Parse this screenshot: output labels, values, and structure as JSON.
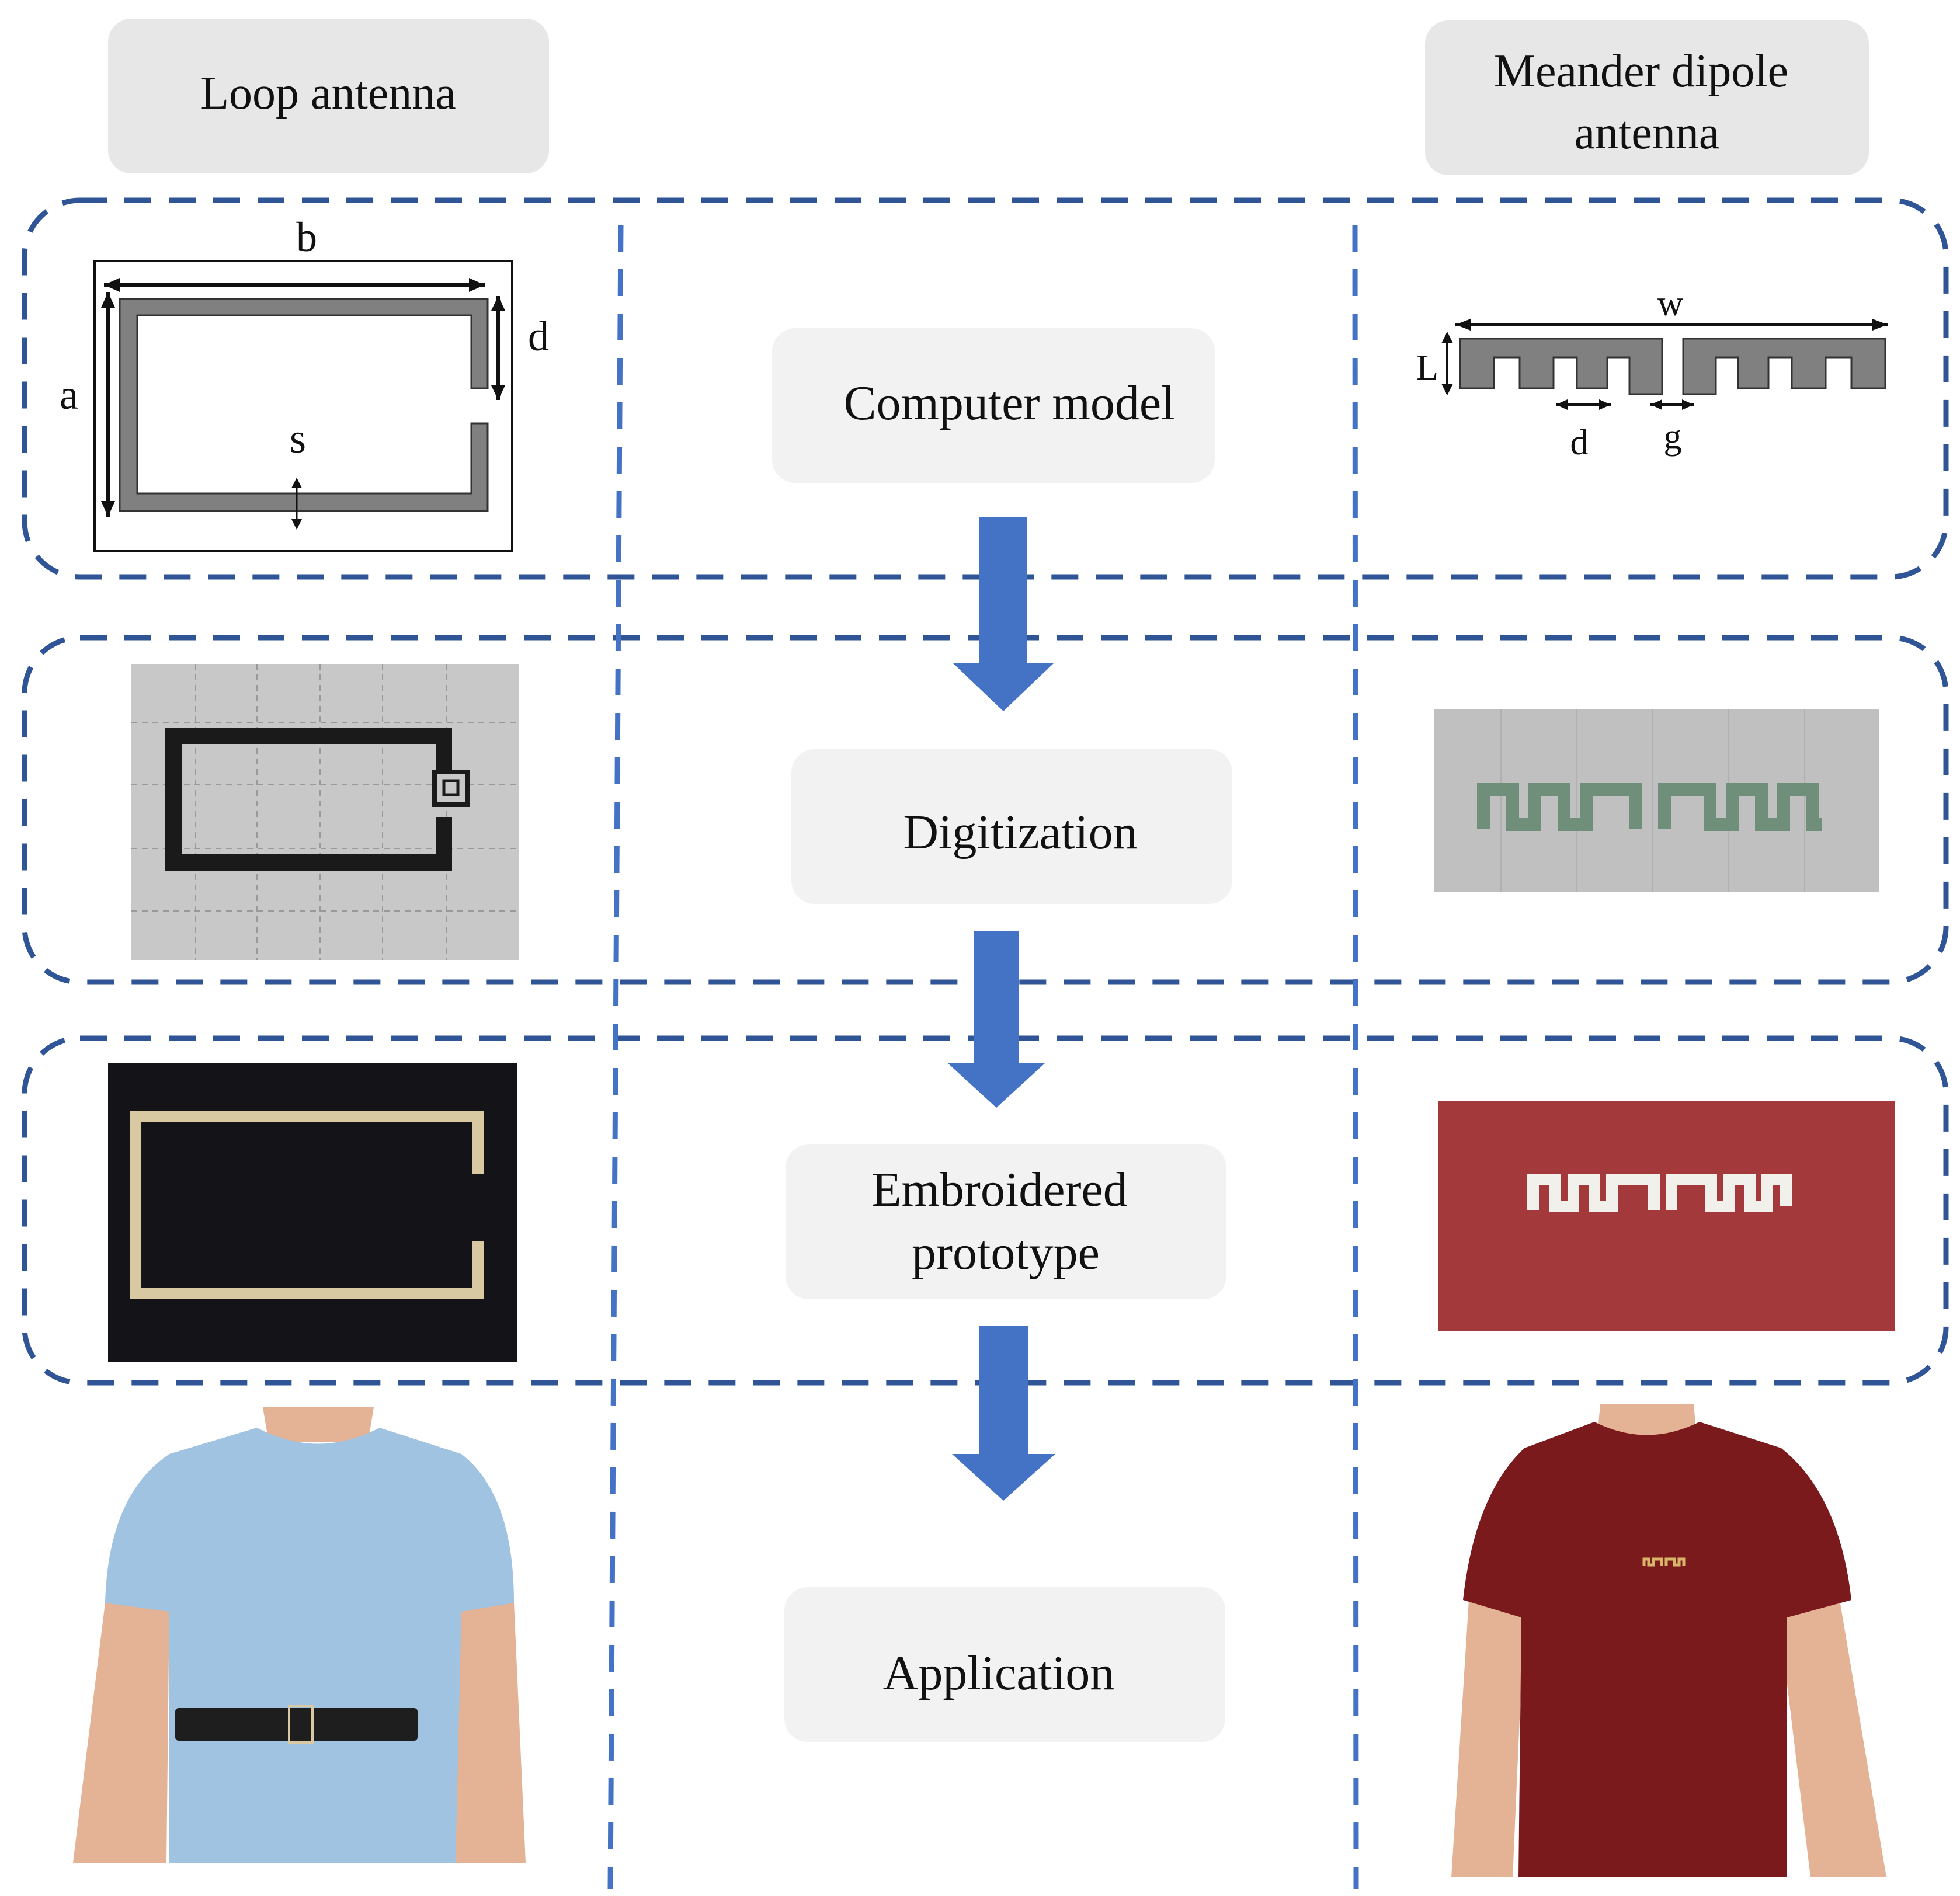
{
  "columns": {
    "left_title": "Loop antenna",
    "right_title": "Meander dipole antenna",
    "right_title_lines": [
      "Meander dipole",
      "antenna"
    ]
  },
  "stages": [
    {
      "id": "computer-model",
      "lines": [
        "Computer model"
      ]
    },
    {
      "id": "digitization",
      "lines": [
        "Digitization"
      ]
    },
    {
      "id": "embroidered-prototype",
      "lines": [
        "Embroidered",
        "prototype"
      ]
    },
    {
      "id": "application",
      "lines": [
        "Application"
      ]
    }
  ],
  "loop_dimensions": {
    "a": "a",
    "b": "b",
    "d": "d",
    "s": "s"
  },
  "meander_dimensions": {
    "w": "w",
    "L": "L",
    "d": "d",
    "g": "g"
  },
  "colors": {
    "dash": "#2f5597",
    "dash_vertical": "#4472c4",
    "arrow": "#4472c4",
    "label_box": "#e7e7e7",
    "stage_box": "#f2f2f2",
    "trace": "#808080",
    "grid_bg": "#c8c8c8",
    "loop_fabric": "#141418",
    "thread": "#d9c9a3",
    "meander_fabric": "#a3393a",
    "blue_shirt": "#9fc3e0",
    "red_shirt": "#7a1a1c",
    "skin": "#e4b295",
    "belt": "#1e1e1e"
  }
}
